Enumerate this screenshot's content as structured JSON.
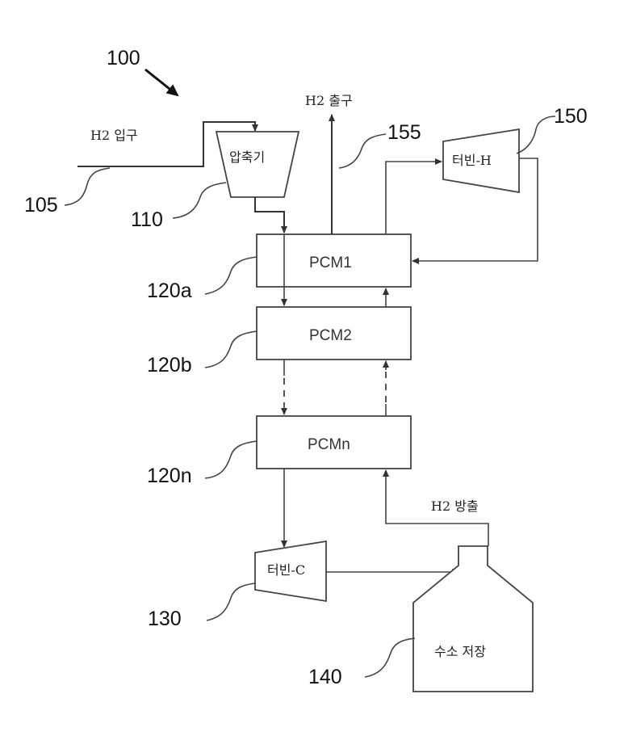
{
  "refs": {
    "system": "100",
    "inlet": "105",
    "compressor": "110",
    "pcm1": "120a",
    "pcm2": "120b",
    "pcmn": "120n",
    "turbine_c": "130",
    "storage": "140",
    "turbine_h": "150",
    "outlet": "155"
  },
  "labels": {
    "h2_inlet": "H2 입구",
    "h2_outlet": "H2 출구",
    "h2_release": "H2 방출",
    "compressor": "압축기",
    "turbine_h": "터빈-H",
    "turbine_c": "터빈-C",
    "storage": "수소 저장",
    "pcm1": "PCM1",
    "pcm2": "PCM2",
    "pcmn": "PCMn"
  }
}
